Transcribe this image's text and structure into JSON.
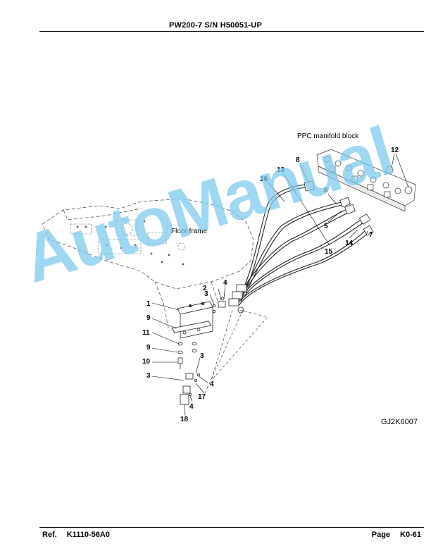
{
  "header": {
    "title": "PW200-7 S/N H50051-UP"
  },
  "figure": {
    "labels": {
      "ppc_manifold": "PPC manifold block",
      "floor_frame": "Floor frame"
    },
    "callouts": [
      "1",
      "2",
      "3",
      "4",
      "3",
      "4",
      "3",
      "4",
      "5",
      "6",
      "7",
      "8",
      "9",
      "9",
      "10",
      "11",
      "12",
      "13",
      "14",
      "15",
      "16",
      "17",
      "18"
    ],
    "figure_code": "GJ2K6007"
  },
  "watermark": {
    "text": "AutoManual",
    "color": "#78c8ec"
  },
  "footer": {
    "ref_label": "Ref.",
    "ref_code": "K1110-56A0",
    "page_label": "Page",
    "page_number": "K0-61"
  }
}
